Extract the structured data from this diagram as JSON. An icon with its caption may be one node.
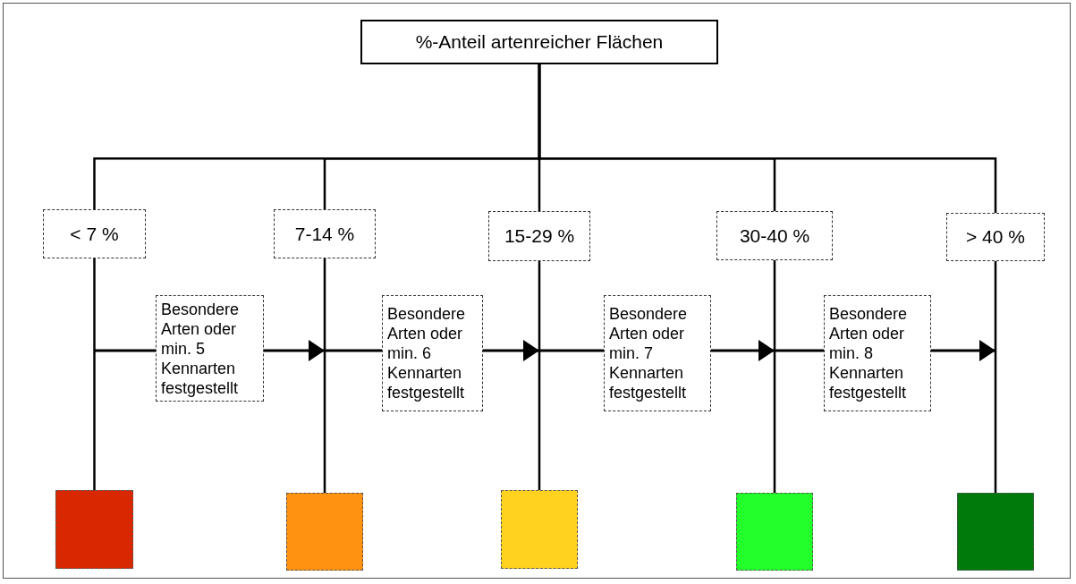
{
  "diagram": {
    "nodes": [
      {
        "text": [
          "%-Anteil artenreicher Flächen"
        ]
      },
      {
        "text": [
          "< 7 %"
        ]
      },
      {
        "text": [
          "7-14 %"
        ]
      },
      {
        "text": [
          "15-29 %"
        ]
      },
      {
        "text": [
          "30-40 %"
        ]
      },
      {
        "text": [
          "> 40 %"
        ]
      },
      {
        "text": [
          "Besondere Arten oder min. 5 Kennarten festgestellt"
        ]
      },
      {
        "text": [
          "Besondere Arten oder min. 6 Kennarten festgestellt"
        ]
      },
      {
        "text": [
          "Besondere Arten oder min. 7 Kennarten festgestellt"
        ]
      },
      {
        "text": [
          "Besondere Arten oder min. 8 Kennarten festgestellt"
        ]
      },
      {
        "text": [],
        "shape": "box"
      },
      {
        "text": [],
        "shape": "box"
      },
      {
        "text": [],
        "shape": "box"
      },
      {
        "text": [],
        "shape": "box"
      },
      {
        "text": [],
        "shape": "box"
      }
    ],
    "edges": [
      {
        "from": 0,
        "to": 1,
        "arrow": "none"
      },
      {
        "from": 0,
        "to": 2,
        "arrow": "none"
      },
      {
        "from": 0,
        "to": 3,
        "arrow": "none"
      },
      {
        "from": 0,
        "to": 4,
        "arrow": "none"
      },
      {
        "from": 0,
        "to": 5,
        "arrow": "none"
      },
      {
        "from": 1,
        "to": 10,
        "arrow": "none"
      },
      {
        "from": 2,
        "to": 11,
        "arrow": "none"
      },
      {
        "from": 3,
        "to": 12,
        "arrow": "none"
      },
      {
        "from": 4,
        "to": 13,
        "arrow": "none"
      },
      {
        "from": 5,
        "to": 14,
        "arrow": "none"
      },
      {
        "from": null,
        "to": 6,
        "arrow": "none"
      },
      {
        "from": 6,
        "to": null,
        "arrow": "to"
      },
      {
        "from": null,
        "to": 7,
        "arrow": "none"
      },
      {
        "from": 7,
        "to": null,
        "arrow": "to"
      },
      {
        "from": null,
        "to": 8,
        "arrow": "none"
      },
      {
        "from": 8,
        "to": null,
        "arrow": "to"
      },
      {
        "from": null,
        "to": 9,
        "arrow": "none"
      },
      {
        "from": 9,
        "to": null,
        "arrow": "to"
      }
    ]
  }
}
